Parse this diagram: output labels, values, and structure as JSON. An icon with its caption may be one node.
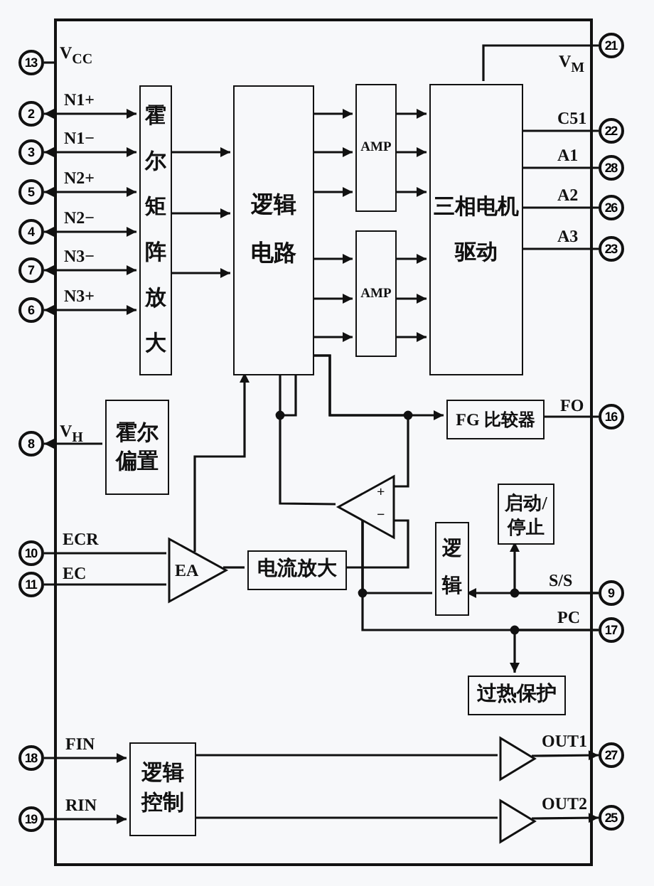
{
  "diagram": {
    "nodes": [
      {
        "text": [],
        "shape": "box"
      },
      {
        "text": [
          "13"
        ],
        "beside": [
          "V$_{CC}$"
        ]
      },
      {
        "text": [
          "21"
        ],
        "beside": [
          "V$_{M}$"
        ]
      },
      {
        "text": [
          "2"
        ],
        "beside": [
          "N1+"
        ]
      },
      {
        "text": [
          "3"
        ],
        "beside": [
          "N1−"
        ]
      },
      {
        "text": [
          "5"
        ],
        "beside": [
          "N2+"
        ]
      },
      {
        "text": [
          "4"
        ],
        "beside": [
          "N2−"
        ]
      },
      {
        "text": [
          "7"
        ],
        "beside": [
          "N3−"
        ]
      },
      {
        "text": [
          "6"
        ],
        "beside": [
          "N3+"
        ]
      },
      {
        "text": [
          "霍尔矩阵放大"
        ],
        "in": 0
      },
      {
        "text": [
          "逻辑电路"
        ],
        "in": 0
      },
      {
        "text": [
          "AMP"
        ],
        "in": 0
      },
      {
        "text": [
          "AMP"
        ],
        "in": 0
      },
      {
        "text": [
          "三相电机驱动"
        ],
        "in": 0
      },
      {
        "text": [
          "22"
        ],
        "beside": [
          "C51"
        ]
      },
      {
        "text": [
          "28"
        ],
        "beside": [
          "A1"
        ]
      },
      {
        "text": [
          "26"
        ],
        "beside": [
          "A2"
        ]
      },
      {
        "text": [
          "23"
        ],
        "beside": [
          "A3"
        ]
      },
      {
        "text": [
          "霍尔偏置"
        ],
        "in": 0
      },
      {
        "text": [
          "8"
        ],
        "beside": [
          "V$_{H}$"
        ]
      },
      {
        "text": [
          "FG 比较器"
        ],
        "in": 0
      },
      {
        "text": [
          "16"
        ],
        "beside": [
          "FO"
        ]
      },
      {
        "text": [],
        "shape": "triangle",
        "in": 0
      },
      {
        "text": [
          "EA"
        ],
        "in": 0
      },
      {
        "text": [
          "电流放大"
        ],
        "in": 0
      },
      {
        "text": [
          "10"
        ],
        "beside": [
          "ECR"
        ]
      },
      {
        "text": [
          "11"
        ],
        "beside": [
          "EC"
        ]
      },
      {
        "text": [
          "启动/停止"
        ],
        "in": 0
      },
      {
        "text": [
          "逻辑"
        ],
        "in": 0
      },
      {
        "text": [
          "9"
        ],
        "beside": [
          "S/S"
        ]
      },
      {
        "text": [
          "17"
        ],
        "beside": [
          "PC"
        ]
      },
      {
        "text": [
          "过热保护"
        ],
        "in": 0
      },
      {
        "text": [
          "逻辑控制"
        ],
        "in": 0
      },
      {
        "text": [
          "18"
        ],
        "beside": [
          "FIN"
        ]
      },
      {
        "text": [
          "19"
        ],
        "beside": [
          "RIN"
        ]
      },
      {
        "text": [],
        "shape": "triangle",
        "in": 0
      },
      {
        "text": [],
        "shape": "triangle",
        "in": 0
      },
      {
        "text": [
          "27"
        ],
        "beside": [
          "OUT1"
        ]
      },
      {
        "text": [
          "25"
        ],
        "beside": [
          "OUT2"
        ]
      }
    ],
    "edges": [
      {
        "from": 3,
        "to": 9,
        "arrow": "both"
      },
      {
        "from": 4,
        "to": 9,
        "arrow": "both"
      },
      {
        "from": 5,
        "to": 9,
        "arrow": "both"
      },
      {
        "from": 6,
        "to": 9,
        "arrow": "both"
      },
      {
        "from": 7,
        "to": 9,
        "arrow": "both"
      },
      {
        "from": 8,
        "to": 9,
        "arrow": "both"
      },
      {
        "from": 9,
        "to": 10,
        "arrow": "to"
      },
      {
        "from": 9,
        "to": 10,
        "arrow": "to"
      },
      {
        "from": 9,
        "to": 10,
        "arrow": "to"
      },
      {
        "from": 10,
        "to": 11,
        "arrow": "to"
      },
      {
        "from": 10,
        "to": 11,
        "arrow": "to"
      },
      {
        "from": 10,
        "to": 11,
        "arrow": "to"
      },
      {
        "from": 10,
        "to": 12,
        "arrow": "to"
      },
      {
        "from": 10,
        "to": 12,
        "arrow": "to"
      },
      {
        "from": 10,
        "to": 12,
        "arrow": "to"
      },
      {
        "from": 11,
        "to": 13,
        "arrow": "to"
      },
      {
        "from": 11,
        "to": 13,
        "arrow": "to"
      },
      {
        "from": 11,
        "to": 13,
        "arrow": "to"
      },
      {
        "from": 12,
        "to": 13,
        "arrow": "to"
      },
      {
        "from": 12,
        "to": 13,
        "arrow": "to"
      },
      {
        "from": 12,
        "to": 13,
        "arrow": "to"
      },
      {
        "from": 13,
        "to": 2,
        "arrow": "none"
      },
      {
        "from": 13,
        "to": 14,
        "arrow": "none"
      },
      {
        "from": 13,
        "to": 15,
        "arrow": "none"
      },
      {
        "from": 13,
        "to": 16,
        "arrow": "none"
      },
      {
        "from": 13,
        "to": 17,
        "arrow": "none"
      },
      {
        "from": 18,
        "to": 19,
        "arrow": "to"
      },
      {
        "from": 10,
        "to": 20,
        "arrow": "to"
      },
      {
        "from": 10,
        "to": 22,
        "arrow": "none"
      },
      {
        "from": 22,
        "to": 10,
        "arrow": "none"
      },
      {
        "from": 24,
        "to": 22,
        "arrow": "none"
      },
      {
        "from": 23,
        "to": 24,
        "arrow": "none"
      },
      {
        "from": 23,
        "to": 10,
        "arrow": "to"
      },
      {
        "from": 25,
        "to": 23,
        "arrow": "none"
      },
      {
        "from": 26,
        "to": 23,
        "arrow": "none"
      },
      {
        "from": 29,
        "to": 27,
        "arrow": "to"
      },
      {
        "from": 29,
        "to": 28,
        "arrow": "to"
      },
      {
        "from": 28,
        "to": 22,
        "arrow": "none"
      },
      {
        "from": 30,
        "to": 22,
        "arrow": "none"
      },
      {
        "from": 30,
        "to": 31,
        "arrow": "to"
      },
      {
        "from": 20,
        "to": 21,
        "arrow": "none"
      },
      {
        "from": 33,
        "to": 32,
        "arrow": "to"
      },
      {
        "from": 34,
        "to": 32,
        "arrow": "to"
      },
      {
        "from": 32,
        "to": 35,
        "arrow": "none"
      },
      {
        "from": 32,
        "to": 36,
        "arrow": "none"
      },
      {
        "from": 35,
        "to": 37,
        "arrow": "to"
      },
      {
        "from": 36,
        "to": 38,
        "arrow": "to"
      },
      {
        "from": 1,
        "to": 0,
        "arrow": "none"
      }
    ],
    "labels": [
      "+",
      "−"
    ]
  }
}
